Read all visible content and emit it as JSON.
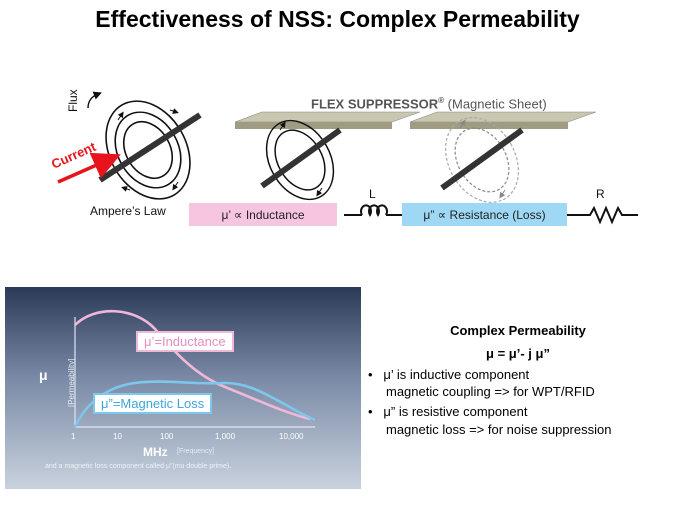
{
  "title": "Effectiveness of NSS: Complex Permeability",
  "top_diagram": {
    "flux_label": "Flux",
    "current_label": "Current",
    "ampere_label": "Ampere’s Law",
    "flex_brand": "FLEX SUPPRESSOR",
    "flex_reg": "®",
    "flex_suffix": " (Magnetic Sheet)",
    "inductance_box": "μ’ ∝ Inductance",
    "resistance_box": "μ” ∝  Resistance (Loss)",
    "inductor_symbol": "L",
    "resistor_symbol": "R"
  },
  "graph": {
    "y_symbol": "μ",
    "y_label": "[Permeability]",
    "x_label": "MHz",
    "x_sublabel": "[Frequency]",
    "x_ticks": [
      "1",
      "10",
      "100",
      "1,000",
      "10,000"
    ],
    "inductance_tag": "μ’=Inductance",
    "loss_tag": "μ”=Magnetic Loss",
    "caption": "and a magnetic loss component called μ”(mu double prime).",
    "colors": {
      "mu_prime": "#f0b8d8",
      "mu_double_prime": "#7cc8ec"
    }
  },
  "right_panel": {
    "heading": "Complex Permeability",
    "formula": "μ = μ’- j μ”",
    "bullets": [
      {
        "line1": "μ’ is inductive component",
        "line2": "magnetic coupling => for WPT/RFID"
      },
      {
        "line1": "μ” is resistive component",
        "line2": "magnetic loss => for noise suppression"
      }
    ]
  }
}
